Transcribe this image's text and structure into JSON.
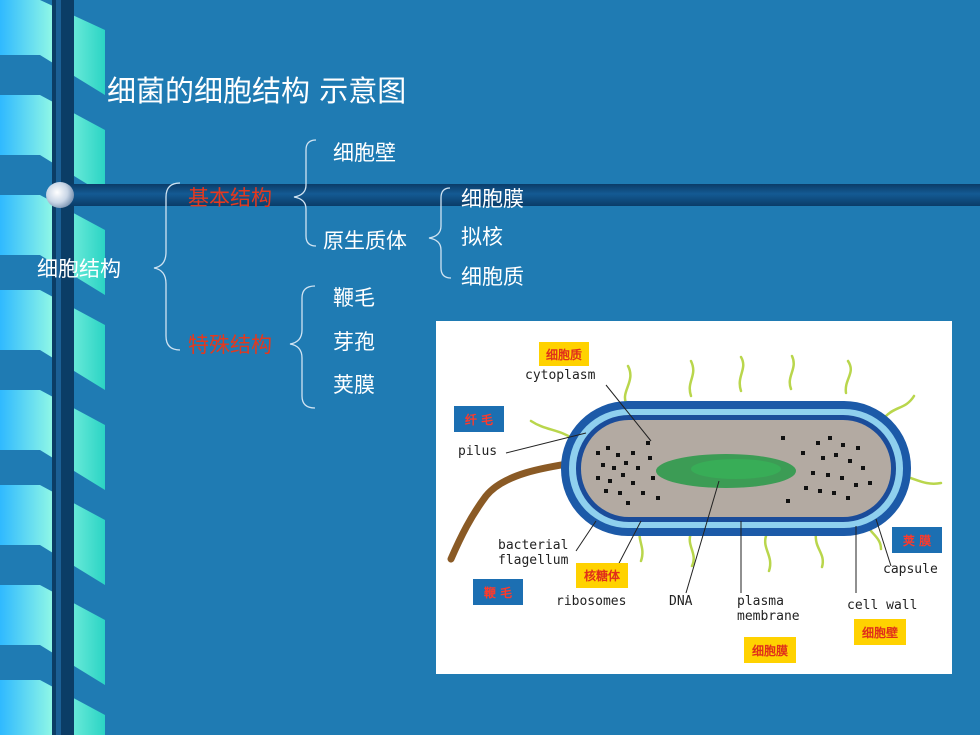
{
  "slide": {
    "title": "细菌的细胞结构 示意图",
    "colors": {
      "background": "#1f7bb3",
      "highlight": "#e2391f",
      "tag_yellow": "#ffd200",
      "bar": "#0c3f6b"
    }
  },
  "tree": {
    "root": "细胞结构",
    "basic": {
      "label": "基本结构",
      "children": [
        "细胞壁",
        "原生质体"
      ],
      "protoplast_children": [
        "细胞膜",
        "拟核",
        "细胞质"
      ]
    },
    "special": {
      "label": "特殊结构",
      "children": [
        "鞭毛",
        "芽孢",
        "荚膜"
      ]
    }
  },
  "diagram": {
    "labels_en": {
      "cytoplasm": "cytoplasm",
      "pilus": "pilus",
      "flagellum": "bacterial\nflagellum",
      "ribosomes": "ribosomes",
      "dna": "DNA",
      "plasma_membrane": "plasma\nmembrane",
      "cell_wall": "cell wall",
      "capsule": "capsule"
    },
    "labels_zh": {
      "cytoplasm": "细胞质",
      "pilus": "纤 毛",
      "ribosomes": "核糖体",
      "flagellum": "鞭 毛",
      "capsule": "荚 膜",
      "cell_wall": "细胞壁",
      "plasma_membrane": "细胞膜"
    }
  }
}
